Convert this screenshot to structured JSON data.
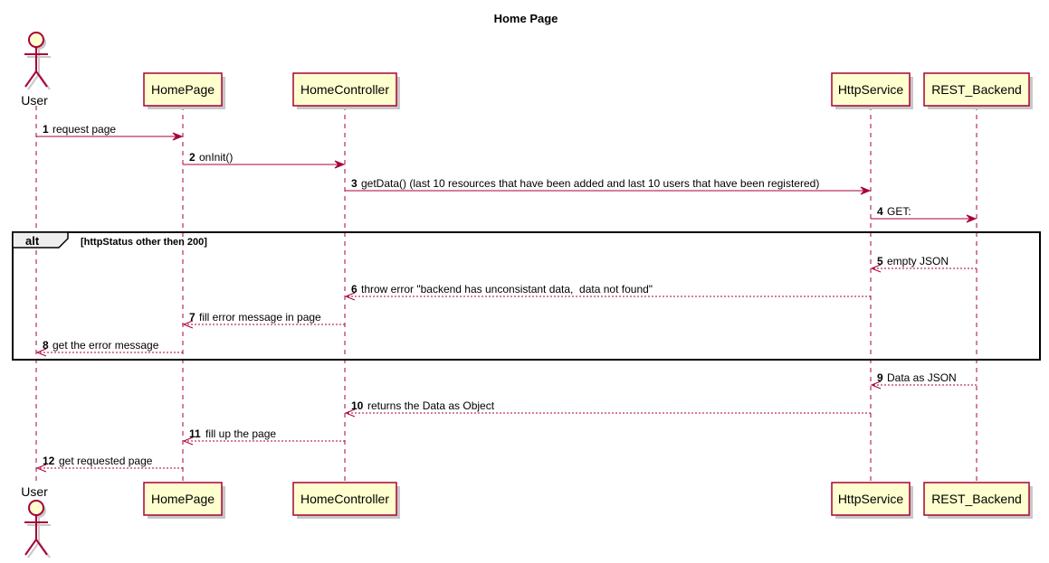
{
  "title": "Home Page",
  "participants": [
    {
      "id": "user",
      "label": "User",
      "kind": "actor"
    },
    {
      "id": "homepage",
      "label": "HomePage",
      "kind": "participant"
    },
    {
      "id": "homecontroller",
      "label": "HomeController",
      "kind": "participant"
    },
    {
      "id": "httpservice",
      "label": "HttpService",
      "kind": "participant"
    },
    {
      "id": "rest_backend",
      "label": "REST_Backend",
      "kind": "participant"
    }
  ],
  "messages": [
    {
      "num": "1",
      "text": "request page",
      "from": "user",
      "to": "homepage",
      "style": "solid"
    },
    {
      "num": "2",
      "text": "onInit()",
      "from": "homepage",
      "to": "homecontroller",
      "style": "solid"
    },
    {
      "num": "3",
      "text": "getData() (last 10 resources that have been added and last 10 users that have been registered)",
      "from": "homecontroller",
      "to": "httpservice",
      "style": "solid"
    },
    {
      "num": "4",
      "text": "GET:",
      "from": "httpservice",
      "to": "rest_backend",
      "style": "solid"
    },
    {
      "num": "5",
      "text": "empty JSON",
      "from": "rest_backend",
      "to": "httpservice",
      "style": "dashed"
    },
    {
      "num": "6",
      "text": "throw error \"backend has unconsistant data,  data not found\"",
      "from": "httpservice",
      "to": "homecontroller",
      "style": "dashed"
    },
    {
      "num": "7",
      "text": "fill error message in page",
      "from": "homecontroller",
      "to": "homepage",
      "style": "dashed"
    },
    {
      "num": "8",
      "text": "get the error message",
      "from": "homepage",
      "to": "user",
      "style": "dashed"
    },
    {
      "num": "9",
      "text": "Data as JSON",
      "from": "rest_backend",
      "to": "httpservice",
      "style": "dashed"
    },
    {
      "num": "10",
      "text": "returns the Data as Object",
      "from": "httpservice",
      "to": "homecontroller",
      "style": "dashed"
    },
    {
      "num": "11",
      "text": "fill up the page",
      "from": "homecontroller",
      "to": "homepage",
      "style": "dashed"
    },
    {
      "num": "12",
      "text": "get requested page",
      "from": "homepage",
      "to": "user",
      "style": "dashed"
    }
  ],
  "alt_fragment": {
    "label": "alt",
    "guard": "[httpStatus other then 200]",
    "first_message": 5,
    "last_message": 8
  },
  "colors": {
    "line": "#A80036",
    "box_fill": "#FEFECE",
    "alt_tab_fill": "#EEEEEE"
  }
}
